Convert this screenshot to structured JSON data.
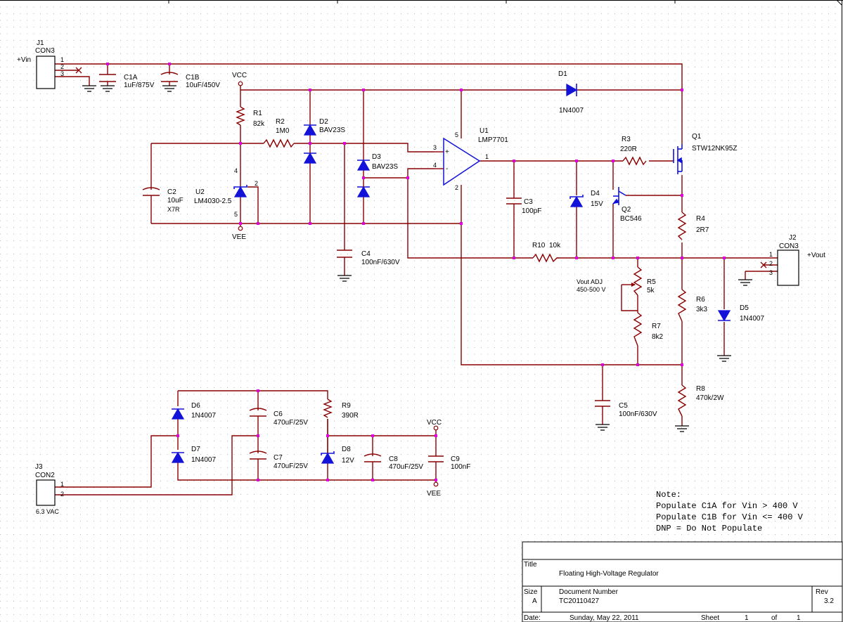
{
  "connectors": {
    "j1": {
      "ref": "J1",
      "type": "CON3",
      "net": "+Vin",
      "pins": [
        "1",
        "2",
        "3"
      ]
    },
    "j2": {
      "ref": "J2",
      "type": "CON3",
      "net": "+Vout",
      "pins": [
        "1",
        "2",
        "3"
      ]
    },
    "j3": {
      "ref": "J3",
      "type": "CON2",
      "note": "6.3 VAC",
      "pins": [
        "1",
        "2"
      ]
    }
  },
  "capacitors": {
    "c1a": {
      "ref": "C1A",
      "value": "1uF/875V"
    },
    "c1b": {
      "ref": "C1B",
      "value": "10uF/450V"
    },
    "c2": {
      "ref": "C2",
      "value": "10uF",
      "extra": "X7R"
    },
    "c3": {
      "ref": "C3",
      "value": "100pF"
    },
    "c4": {
      "ref": "C4",
      "value": "100nF/630V"
    },
    "c5": {
      "ref": "C5",
      "value": "100nF/630V"
    },
    "c6": {
      "ref": "C6",
      "value": "470uF/25V"
    },
    "c7": {
      "ref": "C7",
      "value": "470uF/25V"
    },
    "c8": {
      "ref": "C8",
      "value": "470uF/25V"
    },
    "c9": {
      "ref": "C9",
      "value": "100nF"
    }
  },
  "resistors": {
    "r1": {
      "ref": "R1",
      "value": "82k"
    },
    "r2": {
      "ref": "R2",
      "value": "1M0"
    },
    "r3": {
      "ref": "R3",
      "value": "220R"
    },
    "r4": {
      "ref": "R4",
      "value": "2R7"
    },
    "r5": {
      "ref": "R5",
      "value": "5k",
      "note1": "Vout ADJ",
      "note2": "450-500 V"
    },
    "r6": {
      "ref": "R6",
      "value": "3k3"
    },
    "r7": {
      "ref": "R7",
      "value": "8k2"
    },
    "r8": {
      "ref": "R8",
      "value": "470k/2W"
    },
    "r9": {
      "ref": "R9",
      "value": "390R"
    },
    "r10": {
      "ref": "R10",
      "value": "10k"
    }
  },
  "diodes": {
    "d1": {
      "ref": "D1",
      "value": "1N4007"
    },
    "d2": {
      "ref": "D2",
      "value": "BAV23S"
    },
    "d3": {
      "ref": "D3",
      "value": "BAV23S"
    },
    "d4": {
      "ref": "D4",
      "value": "15V"
    },
    "d5": {
      "ref": "D5",
      "value": "1N4007"
    },
    "d6": {
      "ref": "D6",
      "value": "1N4007"
    },
    "d7": {
      "ref": "D7",
      "value": "1N4007"
    },
    "d8": {
      "ref": "D8",
      "value": "12V"
    }
  },
  "semis": {
    "u1": {
      "ref": "U1",
      "value": "LMP7701",
      "pins": {
        "plus": "3",
        "minus": "4",
        "out": "1",
        "vp": "5",
        "vn": "2"
      },
      "plus_sign": "+",
      "minus_sign": "-"
    },
    "u2": {
      "ref": "U2",
      "value": "LM4030-2.5",
      "pins": {
        "a": "4",
        "b": "2",
        "c": "5"
      }
    },
    "q1": {
      "ref": "Q1",
      "value": "STW12NK95Z"
    },
    "q2": {
      "ref": "Q2",
      "value": "BC546"
    }
  },
  "rails": {
    "vcc": "VCC",
    "vee": "VEE"
  },
  "notes": [
    "Note:",
    "Populate C1A for Vin > 400 V",
    "Populate C1B for Vin <= 400 V",
    "DNP = Do Not Populate"
  ],
  "title_block": {
    "title_label": "Title",
    "title": "Floating High-Voltage Regulator",
    "size_label": "Size",
    "size": "A",
    "docnum_label": "Document Number",
    "docnum": "TC20110427",
    "rev_label": "Rev",
    "rev": "3.2",
    "date_label": "Date:",
    "date": "Sunday, May 22, 2011",
    "sheet_label": "Sheet",
    "sheet": "1",
    "of_label": "of",
    "of": "1"
  },
  "colors": {
    "wire": "#8a0000",
    "component": "#1212d8",
    "junction": "#e000e0",
    "grid": "#9a9a9a"
  }
}
